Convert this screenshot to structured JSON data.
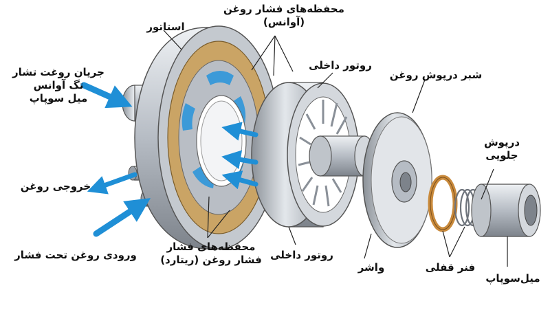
{
  "labels": {
    "stator": "استاتور",
    "advance_chambers": [
      "محفظه‌های فشار روغن",
      "(آوانس)"
    ],
    "inner_rotor_top": "روتور داخلی",
    "oil_seal_plate": "شبر درپوش روغن",
    "front_cover": [
      "درپوش",
      "جلویی"
    ],
    "advance_flow": [
      "جریان روغت تشار",
      "تگ آوانس",
      "میل سوپاپ"
    ],
    "oil_outlet": "خروجی روغن",
    "pressurized_inlet": "ورودی روغن تحت فشار",
    "retard_chambers": [
      "محفظه‌های فشار",
      "فشار روغن (ریتارد)"
    ],
    "inner_rotor_bottom": "روتور داخلی",
    "washer": "واشر",
    "lock_spring": "فنر قفلی",
    "camshaft": "میل‌سوپاپ"
  },
  "colors": {
    "arrow_blue": "#1f8fd6",
    "metal_light": "#d9dde2",
    "metal_mid": "#a9afb7",
    "metal_dark": "#6e747c",
    "chamber_gold": "#caa465",
    "chamber_blue": "#3c9ad8",
    "spring_copper": "#c98a3c"
  }
}
